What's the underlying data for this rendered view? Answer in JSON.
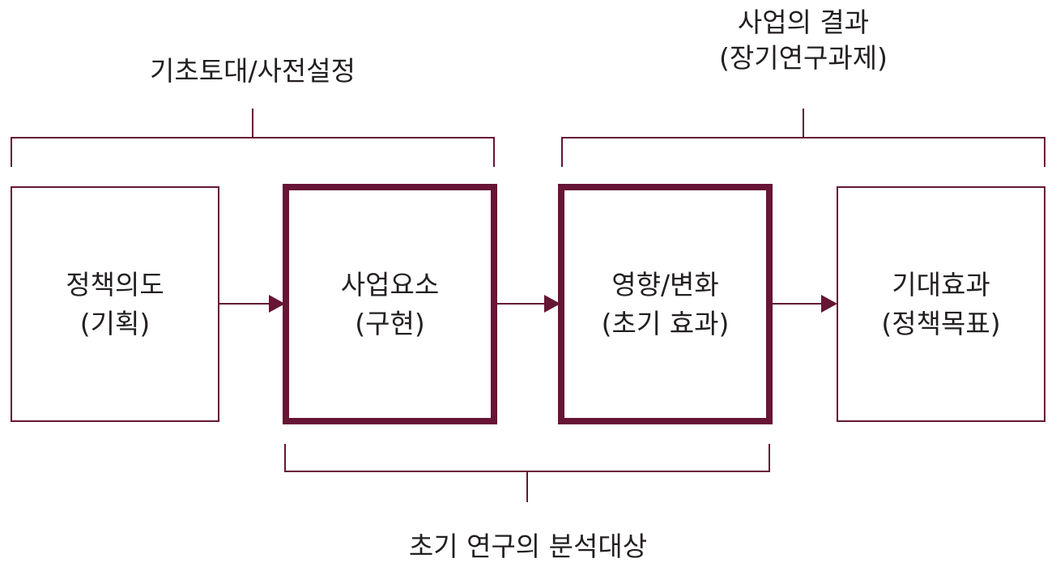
{
  "colors": {
    "line": "#661535",
    "text": "#231f20",
    "background": "#ffffff"
  },
  "top_labels": {
    "left": "기초토대/사전설정",
    "right_line1": "사업의 결과",
    "right_line2": "(장기연구과제)"
  },
  "boxes": [
    {
      "line1": "정책의도",
      "line2": "(기획)",
      "emphasis": false
    },
    {
      "line1": "사업요소",
      "line2": "(구현)",
      "emphasis": true
    },
    {
      "line1": "영향/변화",
      "line2": "(초기 효과)",
      "emphasis": true
    },
    {
      "line1": "기대효과",
      "line2": "(정책목표)",
      "emphasis": false
    }
  ],
  "bottom_label": "초기 연구의 분석대상"
}
